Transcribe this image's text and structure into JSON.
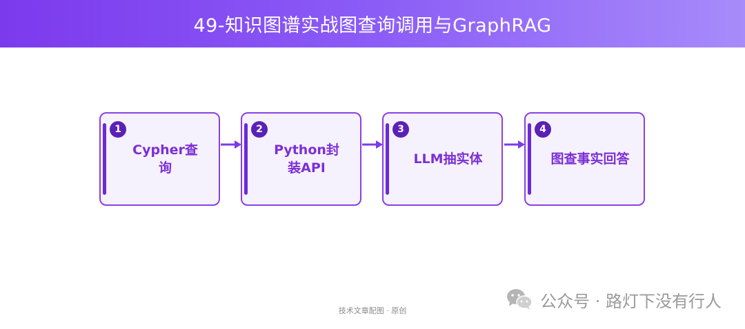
{
  "header": {
    "title": "49-知识图谱实战图查询调用与GraphRAG"
  },
  "flow": {
    "steps": [
      {
        "number": "1",
        "label_lines": [
          "Cypher查",
          "询"
        ]
      },
      {
        "number": "2",
        "label_lines": [
          "Python封",
          "装API"
        ]
      },
      {
        "number": "3",
        "label_lines": [
          "LLM抽实体"
        ]
      },
      {
        "number": "4",
        "label_lines": [
          "图查事实回答"
        ]
      }
    ]
  },
  "footer": {
    "note": "技术文章配图 · 原创"
  },
  "watermark": {
    "text": "公众号 · 路灯下没有行人",
    "icon": "wechat-icon"
  },
  "colors": {
    "header_gradient_start": "#7c3aed",
    "header_gradient_end": "#a78bfa",
    "accent": "#7c2fd6",
    "box_border": "#8b3fe0",
    "box_fill": "#f6f2fd",
    "badge": "#5b21b6",
    "arrow": "#7c3aed"
  }
}
